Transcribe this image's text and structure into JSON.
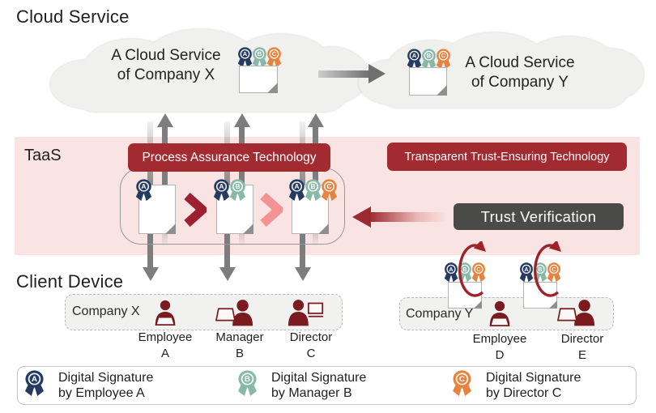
{
  "sections": {
    "cloud_service_label": "Cloud Service",
    "taas_label": "TaaS",
    "client_device_label": "Client Device"
  },
  "clouds": {
    "company_x": {
      "line1": "A Cloud Service",
      "line2": "of Company X"
    },
    "company_y": {
      "line1": "A Cloud Service",
      "line2": "of Company Y"
    }
  },
  "banners": {
    "process_assurance": "Process Assurance Technology",
    "transparent_trust": "Transparent Trust-Ensuring Technology"
  },
  "trust_verification_label": "Trust Verification",
  "badges": {
    "a": "A",
    "b": "B",
    "c": "C"
  },
  "companies": {
    "x_label": "Company X",
    "y_label": "Company Y"
  },
  "people": [
    {
      "role": "Employee",
      "id": "A"
    },
    {
      "role": "Manager",
      "id": "B"
    },
    {
      "role": "Director",
      "id": "C"
    },
    {
      "role": "Employee",
      "id": "D"
    },
    {
      "role": "Director",
      "id": "E"
    }
  ],
  "legend": [
    {
      "letter": "A",
      "line1": "Digital Signature",
      "line2": "by Employee A",
      "color": "#263b60"
    },
    {
      "letter": "B",
      "line1": "Digital Signature",
      "line2": "by Manager B",
      "color": "#88b8a7"
    },
    {
      "letter": "C",
      "line1": "Digital Signature",
      "line2": "by Director C",
      "color": "#e8833f"
    }
  ],
  "colors": {
    "accent_red": "#a22b31",
    "chevron_dark_red": "#9c2030",
    "chevron_pink": "#f39394",
    "pink_band": "#f9e4e3",
    "trust_box_gray": "#4a4a48",
    "arrow_gray": "#7d7d7d",
    "person_maroon": "#7a1b1f",
    "badge_navy": "#263b60",
    "badge_teal": "#88b8a7",
    "badge_orange": "#e8833f",
    "cloud_fill": "#f0f0ee"
  }
}
